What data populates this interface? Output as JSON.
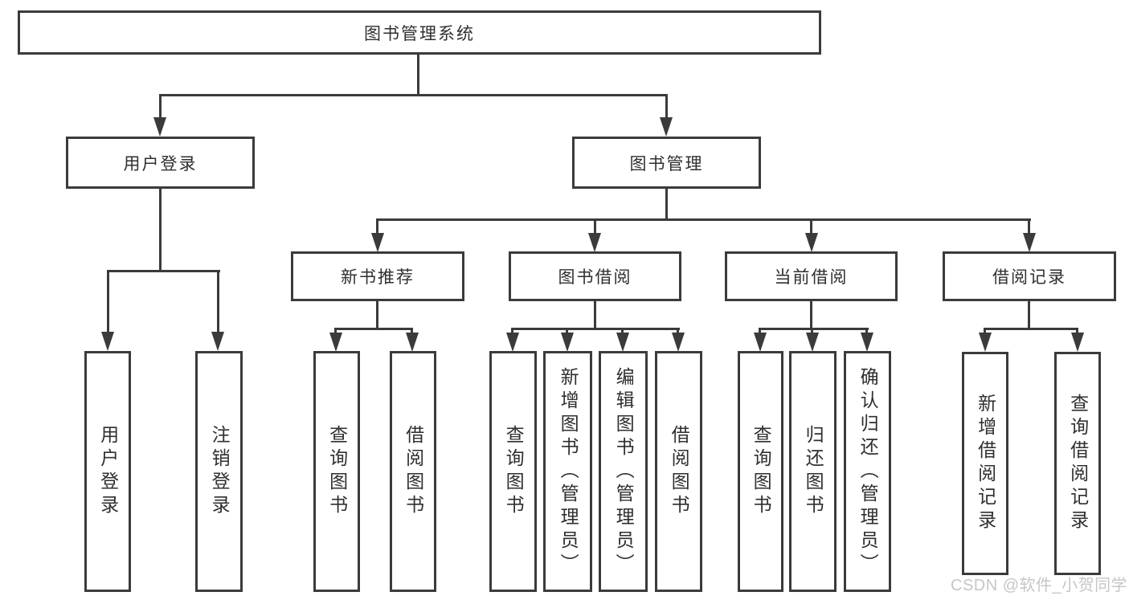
{
  "nodes": {
    "root": "图书管理系统",
    "user_login": "用户登录",
    "book_mgmt": "图书管理",
    "new_book_rec": "新书推荐",
    "book_borrow": "图书借阅",
    "current_borrow": "当前借阅",
    "borrow_record": "借阅记录",
    "leaf_user_login": "用户登录",
    "leaf_logout": "注销登录",
    "leaf_query_book_rec": "查询图书",
    "leaf_borrow_book_rec": "借阅图书",
    "leaf_query_book_borrow": "查询图书",
    "leaf_add_book": "新增图书（管理员）",
    "leaf_edit_book": "编辑图书（管理员）",
    "leaf_borrow_book_borrow": "借阅图书",
    "leaf_query_book_current": "查询图书",
    "leaf_return_book": "归还图书",
    "leaf_confirm_return": "确认归还（管理员）",
    "leaf_add_record": "新增借阅记录",
    "leaf_query_record": "查询借阅记录"
  },
  "watermark": "CSDN @软件_小贺同学",
  "colors": {
    "line": "#3b3b3b",
    "text": "#2f2f2f",
    "watermark": "#c6c6c6",
    "background": "#ffffff"
  }
}
